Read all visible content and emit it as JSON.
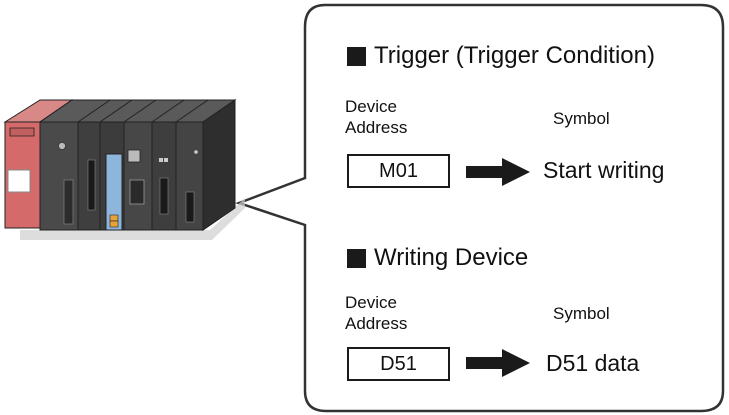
{
  "trigger": {
    "title": "Trigger (Trigger Condition)",
    "device_address_label_line1": "Device",
    "device_address_label_line2": "Address",
    "symbol_label": "Symbol",
    "device_address_value": "M01",
    "symbol_value": "Start writing"
  },
  "writing_device": {
    "title": "Writing Device",
    "device_address_label_line1": "Device",
    "device_address_label_line2": "Address",
    "symbol_label": "Symbol",
    "device_address_value": "D51",
    "symbol_value": "D51 data"
  }
}
